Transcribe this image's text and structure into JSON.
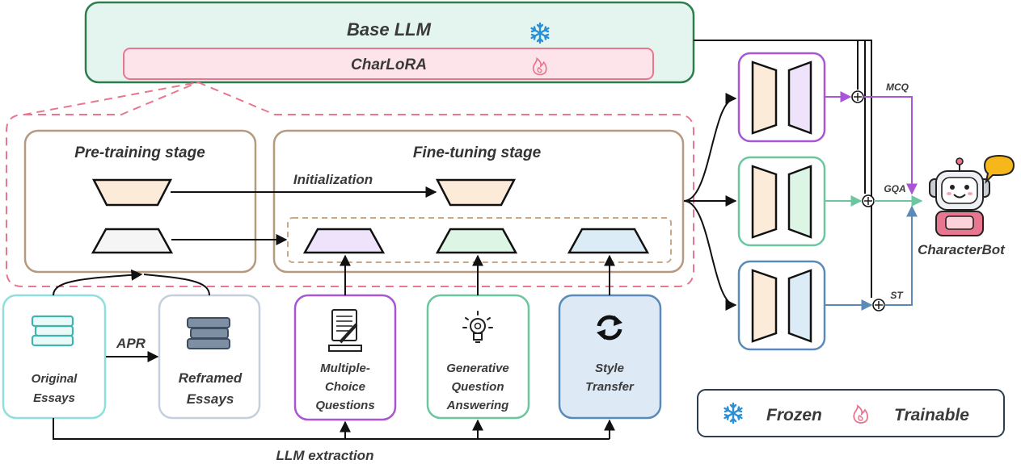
{
  "base_llm": {
    "title": "Base LLM",
    "adapter": "CharLoRA"
  },
  "stages": {
    "pretrain": "Pre-training stage",
    "finetune": "Fine-tuning stage",
    "init": "Initialization"
  },
  "inputs": {
    "original": [
      "Original",
      "Essays"
    ],
    "reframed": [
      "Reframed",
      "Essays"
    ],
    "apr": "APR",
    "mcq": [
      "Multiple-",
      "Choice",
      "Questions"
    ],
    "gqa": [
      "Generative",
      "Question",
      "Answering"
    ],
    "st": [
      "Style",
      "Transfer"
    ],
    "extraction": "LLM extraction"
  },
  "outputs": {
    "mcq": "MCQ",
    "gqa": "GQA",
    "st": "ST",
    "bot": "CharacterBot"
  },
  "legend": {
    "frozen": "Frozen",
    "trainable": "Trainable"
  },
  "colors": {
    "green": "#2e7d4f",
    "pink": "#e8768f",
    "tan": "#b59a80",
    "purple": "#a855d6",
    "teal": "#6cc6a0",
    "blue": "#5a8ab8",
    "cyan": "#8fe0dc"
  }
}
